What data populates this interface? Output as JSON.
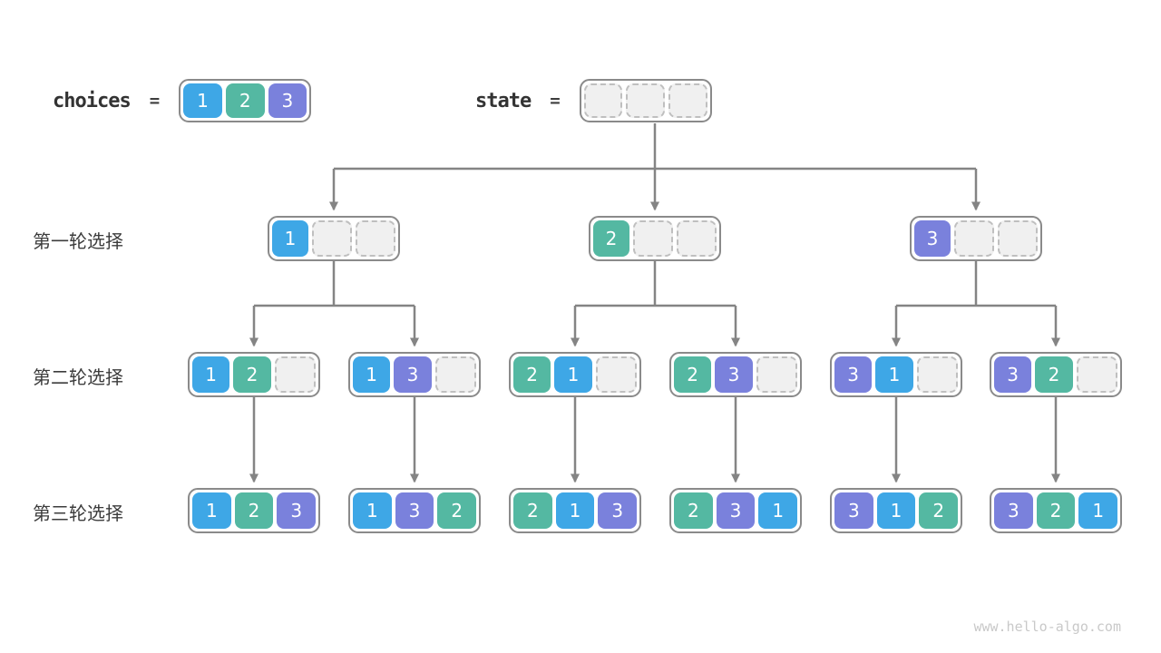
{
  "header": {
    "choices_label": "choices",
    "state_label": "state",
    "equals": "=",
    "choices_values": [
      1,
      2,
      3
    ],
    "state_values": [
      null,
      null,
      null
    ]
  },
  "rows": [
    {
      "label": "第一轮选择",
      "nodes": [
        [
          1,
          null,
          null
        ],
        [
          2,
          null,
          null
        ],
        [
          3,
          null,
          null
        ]
      ]
    },
    {
      "label": "第二轮选择",
      "nodes": [
        [
          1,
          2,
          null
        ],
        [
          1,
          3,
          null
        ],
        [
          2,
          1,
          null
        ],
        [
          2,
          3,
          null
        ],
        [
          3,
          1,
          null
        ],
        [
          3,
          2,
          null
        ]
      ]
    },
    {
      "label": "第三轮选择",
      "nodes": [
        [
          1,
          2,
          3
        ],
        [
          1,
          3,
          2
        ],
        [
          2,
          1,
          3
        ],
        [
          2,
          3,
          1
        ],
        [
          3,
          1,
          2
        ],
        [
          3,
          2,
          1
        ]
      ]
    }
  ],
  "colors": {
    "value_1": "#3EA7E6",
    "value_2": "#54B8A2",
    "value_3": "#7A81DC",
    "empty_cell": "#F0F0F0",
    "node_border": "#8A8A8A",
    "arrow": "#848484"
  },
  "watermark": "www.hello-algo.com"
}
